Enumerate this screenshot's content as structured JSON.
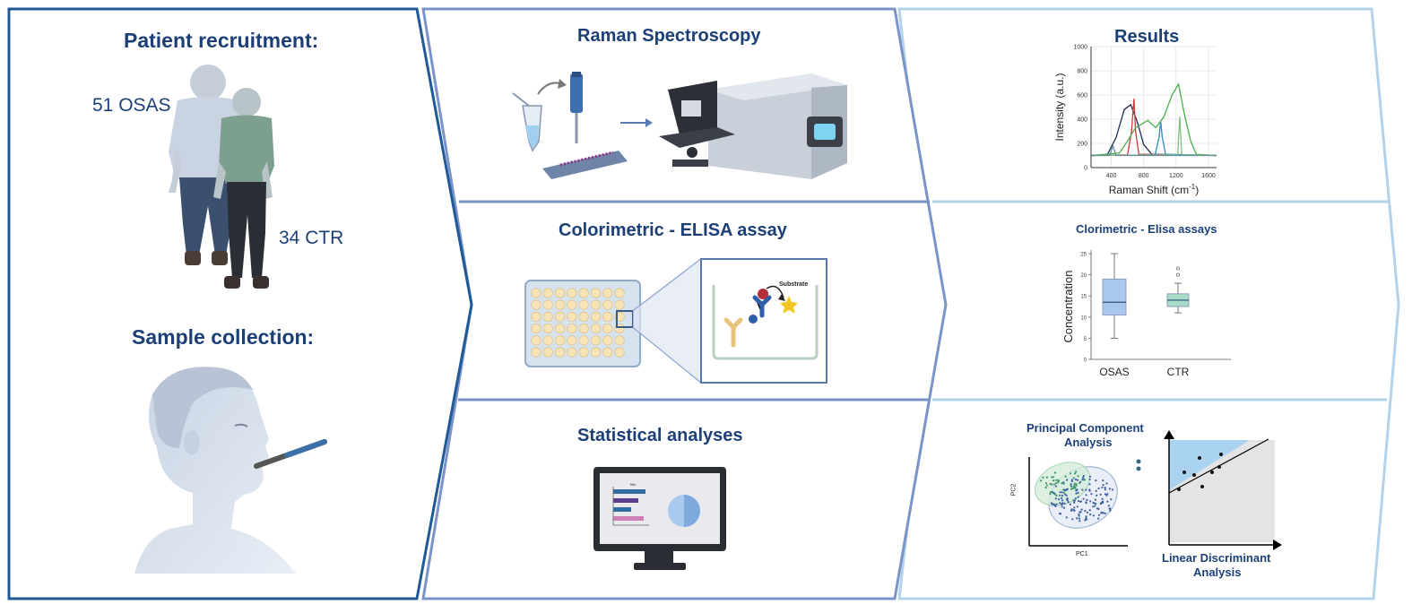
{
  "patient": {
    "title": "Patient recruitment:",
    "osas_label": "51 OSAS",
    "ctr_label": "34 CTR",
    "sample_title": "Sample collection:"
  },
  "methods": {
    "raman_title": "Raman Spectroscopy",
    "elisa_title": "Colorimetric - ELISA assay",
    "elisa_substrate": "Substrate",
    "stats_title": "Statistical analyses",
    "monitor_chart_title": "Title"
  },
  "results": {
    "title": "Results",
    "elisa_title": "Clorimetric - Elisa assays",
    "pca_title_line1": "Principal Component",
    "pca_title_line2": "Analysis",
    "pca_xlabel": "PC1",
    "pca_ylabel": "PC2",
    "lda_title_line1": "Linear Discriminant",
    "lda_title_line2": "Analysis"
  },
  "colors": {
    "panel1_border": "#1f5a96",
    "panel2_border": "#7b94c8",
    "panel3_border": "#b3d3ea",
    "title_text": "#1c3f78"
  },
  "chart_data": [
    {
      "type": "line",
      "xlabel": "Raman Shift (cm",
      "xlabel_sup": "-1",
      "xlabel_end": ")",
      "ylabel": "Intensity (a.u.)",
      "xlim": [
        150,
        1700
      ],
      "ylim": [
        0,
        1000
      ],
      "x_ticks": [
        400,
        800,
        1200,
        1600
      ],
      "y_ticks": [
        0,
        200,
        400,
        600,
        800,
        1000
      ],
      "grid": true,
      "series": [
        {
          "color": "#1b2f55",
          "x": [
            150,
            350,
            460,
            560,
            640,
            720,
            800,
            900,
            1700
          ],
          "y": [
            100,
            105,
            250,
            480,
            520,
            380,
            190,
            110,
            100
          ]
        },
        {
          "color": "#d23a3a",
          "x": [
            150,
            600,
            650,
            680,
            700,
            740,
            1700
          ],
          "y": [
            100,
            105,
            300,
            570,
            300,
            110,
            100
          ]
        },
        {
          "color": "#2f8fbf",
          "x": [
            150,
            940,
            990,
            1010,
            1030,
            1070,
            1700
          ],
          "y": [
            100,
            105,
            250,
            380,
            250,
            110,
            100
          ]
        },
        {
          "color": "#46b04a",
          "x": [
            150,
            500,
            600,
            700,
            850,
            950,
            1050,
            1150,
            1230,
            1300,
            1380,
            1450,
            1700
          ],
          "y": [
            100,
            120,
            220,
            330,
            390,
            330,
            420,
            600,
            690,
            450,
            220,
            110,
            100
          ]
        },
        {
          "color": "#7fbf7f",
          "x": [
            150,
            1220,
            1245,
            1270,
            1700
          ],
          "y": [
            100,
            105,
            420,
            105,
            100
          ]
        },
        {
          "color": "#6a8fa0",
          "x": [
            150,
            380,
            420,
            460,
            1700
          ],
          "y": [
            100,
            100,
            180,
            100,
            100
          ]
        }
      ]
    },
    {
      "type": "box",
      "categories": [
        "OSAS",
        "CTR"
      ],
      "ylabel": "Concentration",
      "ylim": [
        0,
        25
      ],
      "y_ticks": [
        0,
        5,
        10,
        15,
        20,
        25
      ],
      "boxes": [
        {
          "name": "OSAS",
          "min": 5,
          "q1": 10.5,
          "median": 13.5,
          "q3": 19,
          "max": 25,
          "outliers": [],
          "color": "#aac8ee"
        },
        {
          "name": "CTR",
          "min": 11,
          "q1": 12.5,
          "median": 14,
          "q3": 15.5,
          "max": 18,
          "outliers": [
            20,
            21.5
          ],
          "color": "#a8dcc8"
        }
      ]
    }
  ]
}
